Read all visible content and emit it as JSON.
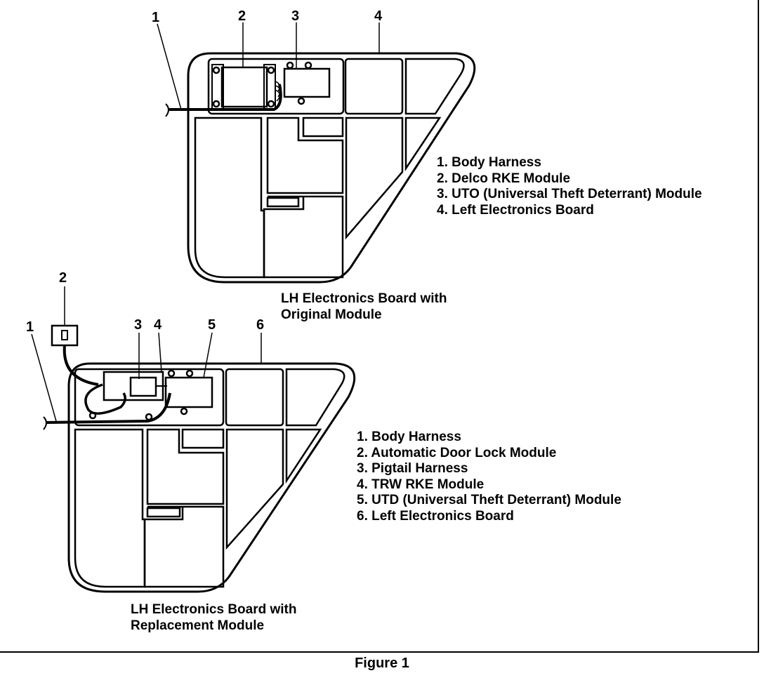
{
  "figure": {
    "caption": "Figure 1",
    "top_board": {
      "callouts": [
        "1",
        "2",
        "3",
        "4"
      ],
      "legend": [
        "1.  Body Harness",
        "2.  Delco RKE Module",
        "3.  UTO (Universal Theft Deterrant) Module",
        "4.  Left Electronics Board"
      ],
      "caption_line1": "LH Electronics Board with",
      "caption_line2": "Original Module"
    },
    "bottom_board": {
      "callouts": [
        "1",
        "2",
        "3",
        "4",
        "5",
        "6"
      ],
      "legend": [
        "1.  Body Harness",
        "2.  Automatic Door Lock Module",
        "3.  Pigtail Harness",
        "4.  TRW RKE Module",
        "5.  UTD (Universal Theft Deterrant) Module",
        "6.  Left Electronics Board"
      ],
      "caption_line1": "LH Electronics Board with",
      "caption_line2": "Replacement Module"
    }
  }
}
